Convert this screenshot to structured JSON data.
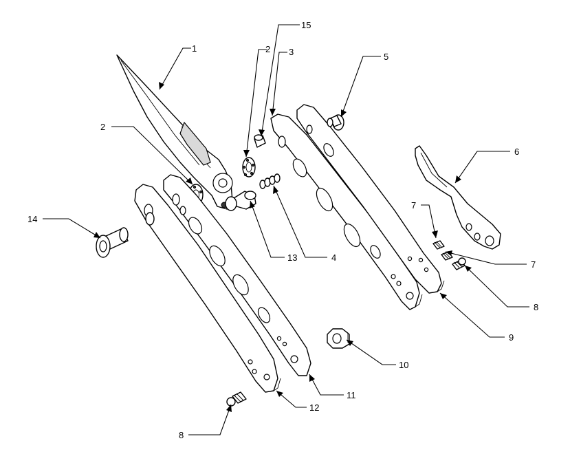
{
  "callouts": {
    "c1": "1",
    "c2a": "2",
    "c2b": "2",
    "c3": "3",
    "c4": "4",
    "c5": "5",
    "c6": "6",
    "c7a": "7",
    "c7b": "7",
    "c8a": "8",
    "c8b": "8",
    "c9": "9",
    "c10": "10",
    "c11": "11",
    "c12": "12",
    "c13": "13",
    "c14": "14",
    "c15": "15"
  },
  "colors": {
    "line": "#000000",
    "background": "#ffffff",
    "shade": "#d9d9d9"
  }
}
